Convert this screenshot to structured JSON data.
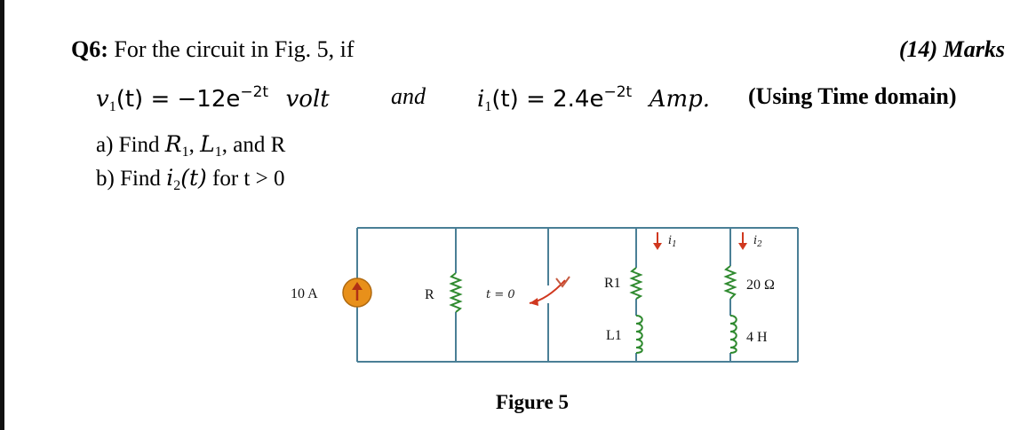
{
  "question": {
    "label": "Q6:",
    "prompt": "For the circuit in Fig. 5, if",
    "marks": "(14) Marks"
  },
  "given": {
    "v1_lhs": "v",
    "v1_sub": "1",
    "v1_mid": "(t) = −12e",
    "v1_exp": "−2t",
    "v1_unit": "volt",
    "conj": "and",
    "i1_lhs": "i",
    "i1_sub": "1",
    "i1_mid": "(t) = 2.4e",
    "i1_exp": "−2t",
    "i1_unit": "Amp.",
    "note": "(Using Time domain)"
  },
  "parts": {
    "a_prefix": "a)  Find",
    "a_R1": "R",
    "a_R1_sub": "1",
    "a_sep": ",",
    "a_L1": "L",
    "a_L1_sub": "1",
    "a_suffix": ", and R",
    "b_prefix": "b)  Find",
    "b_i2": "i",
    "b_i2_sub": "2",
    "b_i2_arg": "(t)",
    "b_suffix": "for t > 0"
  },
  "circuit": {
    "source_label": "10 A",
    "r_label": "R",
    "switch_label": "t = 0",
    "r1_label": "R1",
    "l1_label": "L1",
    "i1_label": "i",
    "i1_sub": "1",
    "i2_label": "i",
    "i2_sub": "2",
    "r20_label": "20 Ω",
    "l4_label": "4 H",
    "caption": "Figure 5",
    "colors": {
      "wire": "#4a7f96",
      "resistor": "#2f8a2f",
      "source": "#e8901a",
      "switch_arrow": "#d0381f",
      "current_arrow": "#d0381f"
    }
  }
}
